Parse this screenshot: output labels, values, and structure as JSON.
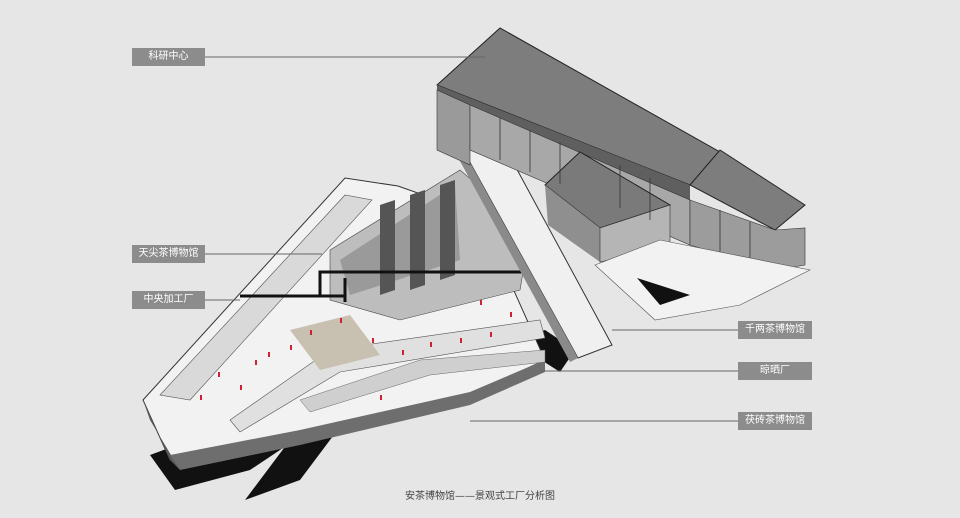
{
  "labels": {
    "research_center": "科研中心",
    "tianjian_museum": "天尖茶博物馆",
    "central_factory": "中央加工厂",
    "qianliang_museum": "千两茶博物馆",
    "drying_factory": "晾晒厂",
    "fuzhuan_museum": "茯砖茶博物馆"
  },
  "caption": "安茶博物馆——景观式工厂分析图",
  "colors": {
    "background": "#e6e6e6",
    "label_bg": "#8c8c8c",
    "label_text": "#ffffff",
    "roof": "#7d7d7d",
    "shadow": "#111111",
    "leader_line": "#666666",
    "accent_red": "#cc2233"
  }
}
